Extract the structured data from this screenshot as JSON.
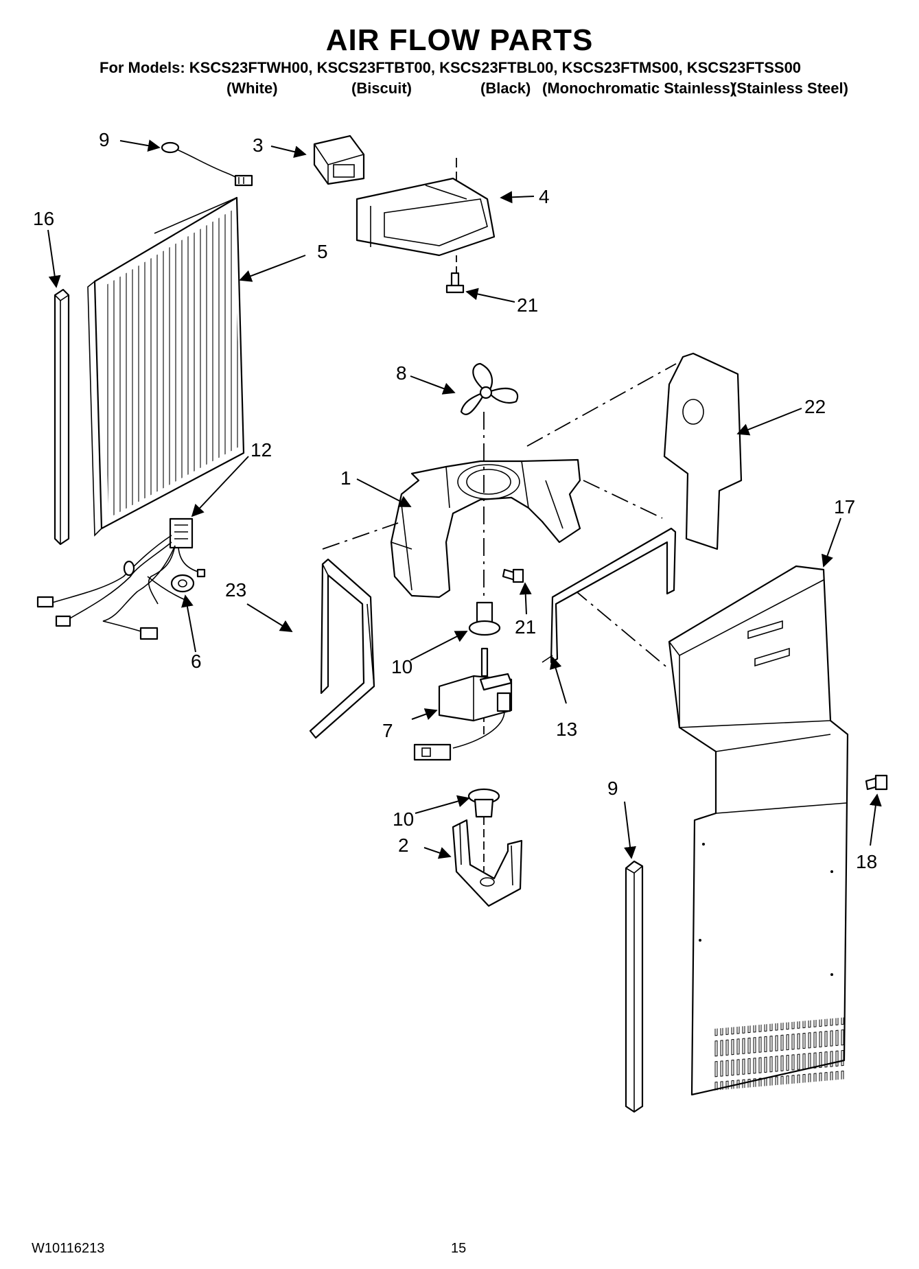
{
  "header": {
    "title": "AIR FLOW PARTS",
    "models_line": "For Models: KSCS23FTWH00, KSCS23FTBT00, KSCS23FTBL00, KSCS23FTMS00, KSCS23FTSS00",
    "variants": [
      "(White)",
      "(Biscuit)",
      "(Black)",
      "(Monochromatic Stainless)",
      "(Stainless Steel)"
    ]
  },
  "callouts": {
    "c1": "1",
    "c2": "2",
    "c3": "3",
    "c4": "4",
    "c5": "5",
    "c6": "6",
    "c7": "7",
    "c8": "8",
    "c9a": "9",
    "c9b": "9",
    "c10a": "10",
    "c10b": "10",
    "c12": "12",
    "c13": "13",
    "c16": "16",
    "c17": "17",
    "c18": "18",
    "c21a": "21",
    "c21b": "21",
    "c22": "22",
    "c23": "23"
  },
  "footer": {
    "doc_number": "W10116213",
    "page_number": "15"
  }
}
